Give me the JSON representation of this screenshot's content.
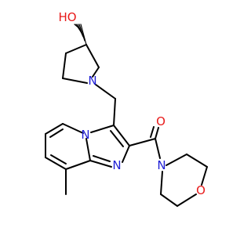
{
  "structure": {
    "colors": {
      "bond": "#000000",
      "nitrogen": "#1f1fd6",
      "oxygen": "#e81a1a",
      "background": "#ffffff"
    },
    "atom_labels": {
      "hydroxyl": "HO",
      "pyrrolidine_n": "N",
      "bridgehead_n": "N",
      "imidazole_n": "N",
      "carbonyl_o": "O",
      "amide_n": "N",
      "morpholine_o": "O"
    }
  }
}
